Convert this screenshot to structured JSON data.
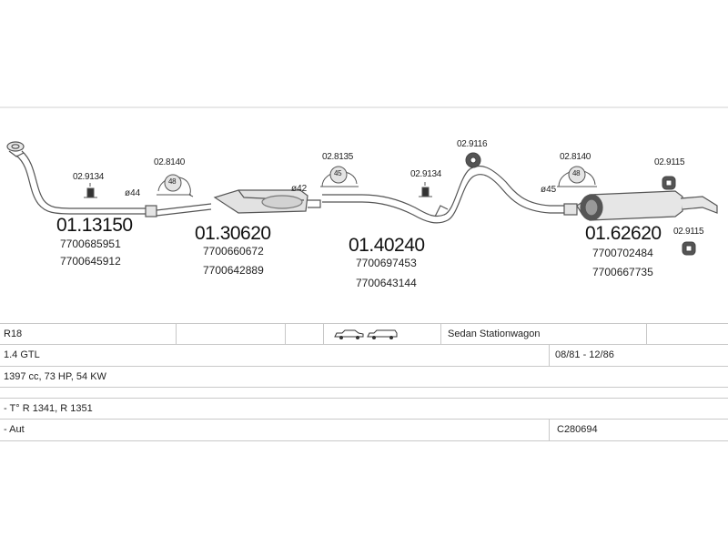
{
  "parts": [
    {
      "number": "01.13150",
      "oem": [
        "7700685951",
        "7700645912"
      ]
    },
    {
      "number": "01.30620",
      "oem": [
        "7700660672",
        "7700642889"
      ]
    },
    {
      "number": "01.40240",
      "oem": [
        "7700697453",
        "7700643144"
      ]
    },
    {
      "number": "01.62620",
      "oem": [
        "7700702484",
        "7700667735"
      ]
    }
  ],
  "fittings": [
    {
      "ref": "02.9134"
    },
    {
      "ref": "02.8140",
      "badge": "48"
    },
    {
      "ref": "02.8135",
      "badge": "45"
    },
    {
      "ref": "02.9134"
    },
    {
      "ref": "02.9116"
    },
    {
      "ref": "02.8140",
      "badge": "48"
    },
    {
      "ref": "02.9115"
    },
    {
      "ref": "02.9115"
    }
  ],
  "diameters": [
    "ø44",
    "ø42",
    "ø45"
  ],
  "vehicle": {
    "model": "R18",
    "body": "Sedan  Stationwagon",
    "engine": "1.4 GTL",
    "years": "08/81 - 12/86",
    "specs": "1397 cc, 73 HP, 54 KW",
    "type": "- T° R 1341, R 1351",
    "transmission": "- Aut",
    "code": "C280694"
  },
  "colors": {
    "line": "#555555",
    "fill": "#e4e4e4",
    "text": "#222222",
    "grid": "#c8c8c8"
  }
}
